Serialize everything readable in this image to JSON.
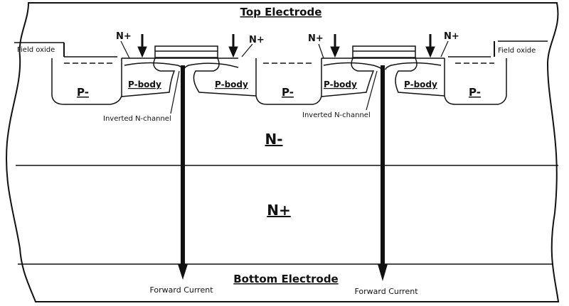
{
  "diagram": {
    "top_electrode": "Top Electrode",
    "bottom_electrode": "Bottom Electrode",
    "field_oxide_left": "Field oxide",
    "field_oxide_right": "Field oxide",
    "n_plus_labels": [
      "N+",
      "N+",
      "N+",
      "N+"
    ],
    "p_minus_labels": [
      "P-",
      "P-",
      "P-"
    ],
    "p_body_labels": [
      "P-body",
      "P-body",
      "P-body",
      "P-body"
    ],
    "inverted_channel_labels": [
      "Inverted N-channel",
      "Inverted N-channel"
    ],
    "drift_region": "N-",
    "substrate_region": "N+",
    "forward_current_labels": [
      "Forward Current",
      "Forward Current"
    ]
  }
}
